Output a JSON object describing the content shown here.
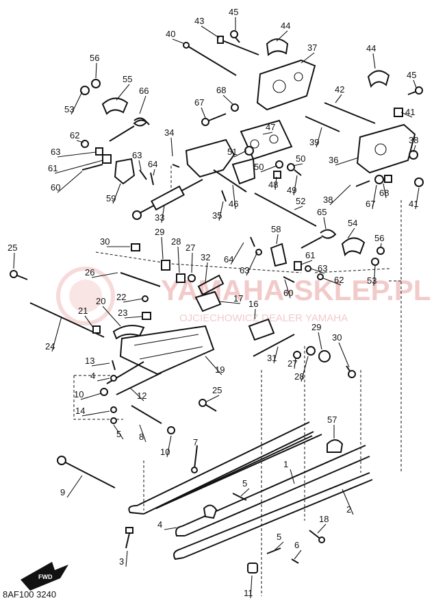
{
  "diagram": {
    "code": "8AF100 3240",
    "fwd_label": "FWD",
    "watermark": {
      "title": "YAMAHA-SKLEP.PL",
      "subtitle": "OJCIECHOWICZ DEALER YAMAHA"
    },
    "callouts": [
      {
        "n": "45"
      },
      {
        "n": "43"
      },
      {
        "n": "44"
      },
      {
        "n": "40"
      },
      {
        "n": "37"
      },
      {
        "n": "56"
      },
      {
        "n": "44"
      },
      {
        "n": "45"
      },
      {
        "n": "55"
      },
      {
        "n": "66"
      },
      {
        "n": "53"
      },
      {
        "n": "67"
      },
      {
        "n": "68"
      },
      {
        "n": "42"
      },
      {
        "n": "41"
      },
      {
        "n": "47"
      },
      {
        "n": "62"
      },
      {
        "n": "34"
      },
      {
        "n": "39"
      },
      {
        "n": "38"
      },
      {
        "n": "63"
      },
      {
        "n": "51"
      },
      {
        "n": "36"
      },
      {
        "n": "61"
      },
      {
        "n": "63"
      },
      {
        "n": "64"
      },
      {
        "n": "50"
      },
      {
        "n": "50"
      },
      {
        "n": "60"
      },
      {
        "n": "48"
      },
      {
        "n": "49"
      },
      {
        "n": "59"
      },
      {
        "n": "46"
      },
      {
        "n": "38"
      },
      {
        "n": "67"
      },
      {
        "n": "68"
      },
      {
        "n": "41"
      },
      {
        "n": "33"
      },
      {
        "n": "35"
      },
      {
        "n": "52"
      },
      {
        "n": "65"
      },
      {
        "n": "54"
      },
      {
        "n": "29"
      },
      {
        "n": "58"
      },
      {
        "n": "30"
      },
      {
        "n": "28"
      },
      {
        "n": "56"
      },
      {
        "n": "25"
      },
      {
        "n": "27"
      },
      {
        "n": "64"
      },
      {
        "n": "32"
      },
      {
        "n": "61"
      },
      {
        "n": "63"
      },
      {
        "n": "63"
      },
      {
        "n": "53"
      },
      {
        "n": "26"
      },
      {
        "n": "62"
      },
      {
        "n": "60"
      },
      {
        "n": "22"
      },
      {
        "n": "17"
      },
      {
        "n": "20"
      },
      {
        "n": "16"
      },
      {
        "n": "23"
      },
      {
        "n": "21"
      },
      {
        "n": "29"
      },
      {
        "n": "24"
      },
      {
        "n": "30"
      },
      {
        "n": "31"
      },
      {
        "n": "27"
      },
      {
        "n": "13"
      },
      {
        "n": "19"
      },
      {
        "n": "4"
      },
      {
        "n": "28"
      },
      {
        "n": "10"
      },
      {
        "n": "12"
      },
      {
        "n": "25"
      },
      {
        "n": "14"
      },
      {
        "n": "57"
      },
      {
        "n": "5"
      },
      {
        "n": "8"
      },
      {
        "n": "10"
      },
      {
        "n": "7"
      },
      {
        "n": "1"
      },
      {
        "n": "9"
      },
      {
        "n": "5"
      },
      {
        "n": "2"
      },
      {
        "n": "4"
      },
      {
        "n": "18"
      },
      {
        "n": "5"
      },
      {
        "n": "6"
      },
      {
        "n": "3"
      },
      {
        "n": "11"
      }
    ]
  }
}
